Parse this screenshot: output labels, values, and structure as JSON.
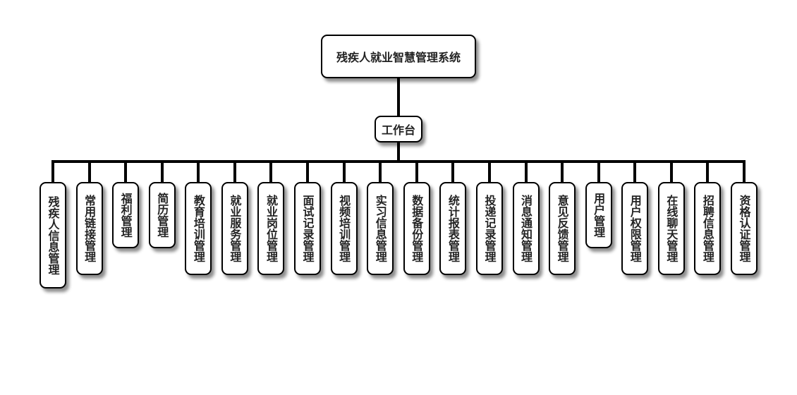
{
  "root": {
    "label": "残疾人就业智慧管理系统"
  },
  "hub": {
    "label": "工作台"
  },
  "modules": [
    {
      "label": "残疾人信息管理"
    },
    {
      "label": "常用链接管理"
    },
    {
      "label": "福利管理"
    },
    {
      "label": "简历管理"
    },
    {
      "label": "教育培训管理"
    },
    {
      "label": "就业服务管理"
    },
    {
      "label": "就业岗位管理"
    },
    {
      "label": "面试记录管理"
    },
    {
      "label": "视频培训管理"
    },
    {
      "label": "实习信息管理"
    },
    {
      "label": "数据备份管理"
    },
    {
      "label": "统计报表管理"
    },
    {
      "label": "投递记录管理"
    },
    {
      "label": "消息通知管理"
    },
    {
      "label": "意见反馈管理"
    },
    {
      "label": "用户管理"
    },
    {
      "label": "用户权限管理"
    },
    {
      "label": "在线聊天管理"
    },
    {
      "label": "招聘信息管理"
    },
    {
      "label": "资格认证管理"
    }
  ]
}
